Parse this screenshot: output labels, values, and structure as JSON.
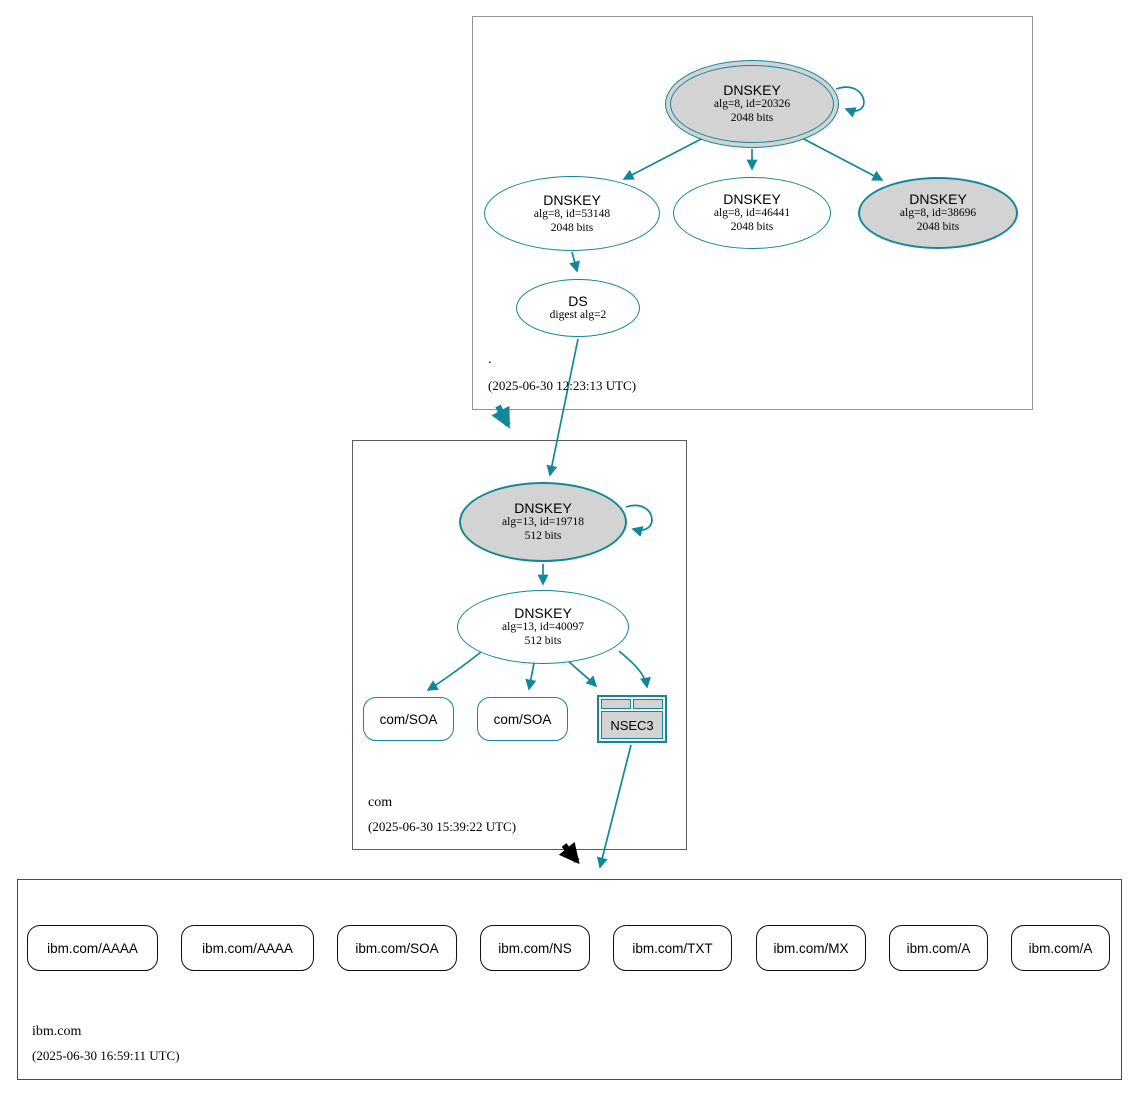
{
  "colors": {
    "edge_teal": "#10879a",
    "node_gray_fill": "#d3d3d3",
    "node_white_fill": "#ffffff",
    "ibm_node_border": "#101010",
    "zone_box_border": "#5c5c5c",
    "transfer_arrow_black": "#000000"
  },
  "zones": {
    "root": {
      "label": ".",
      "timestamp": "(2025-06-30 12:23:13 UTC)",
      "ksk": {
        "title": "DNSKEY",
        "detail1": "alg=8, id=20326",
        "detail2": "2048 bits"
      },
      "zsk1": {
        "title": "DNSKEY",
        "detail1": "alg=8, id=53148",
        "detail2": "2048 bits"
      },
      "zsk2": {
        "title": "DNSKEY",
        "detail1": "alg=8, id=46441",
        "detail2": "2048 bits"
      },
      "zsk3": {
        "title": "DNSKEY",
        "detail1": "alg=8, id=38696",
        "detail2": "2048 bits"
      },
      "ds": {
        "title": "DS",
        "detail1": "digest alg=2"
      }
    },
    "com": {
      "label": "com",
      "timestamp": "(2025-06-30 15:39:22 UTC)",
      "ksk": {
        "title": "DNSKEY",
        "detail1": "alg=13, id=19718",
        "detail2": "512 bits"
      },
      "zsk": {
        "title": "DNSKEY",
        "detail1": "alg=13, id=40097",
        "detail2": "512 bits"
      },
      "soa1": {
        "label": "com/SOA"
      },
      "soa2": {
        "label": "com/SOA"
      },
      "nsec3": {
        "label": "NSEC3"
      }
    },
    "ibm": {
      "label": "ibm.com",
      "timestamp": "(2025-06-30 16:59:11 UTC)",
      "rrsets": [
        {
          "label": "ibm.com/AAAA"
        },
        {
          "label": "ibm.com/AAAA"
        },
        {
          "label": "ibm.com/SOA"
        },
        {
          "label": "ibm.com/NS"
        },
        {
          "label": "ibm.com/TXT"
        },
        {
          "label": "ibm.com/MX"
        },
        {
          "label": "ibm.com/A"
        },
        {
          "label": "ibm.com/A"
        }
      ]
    }
  }
}
